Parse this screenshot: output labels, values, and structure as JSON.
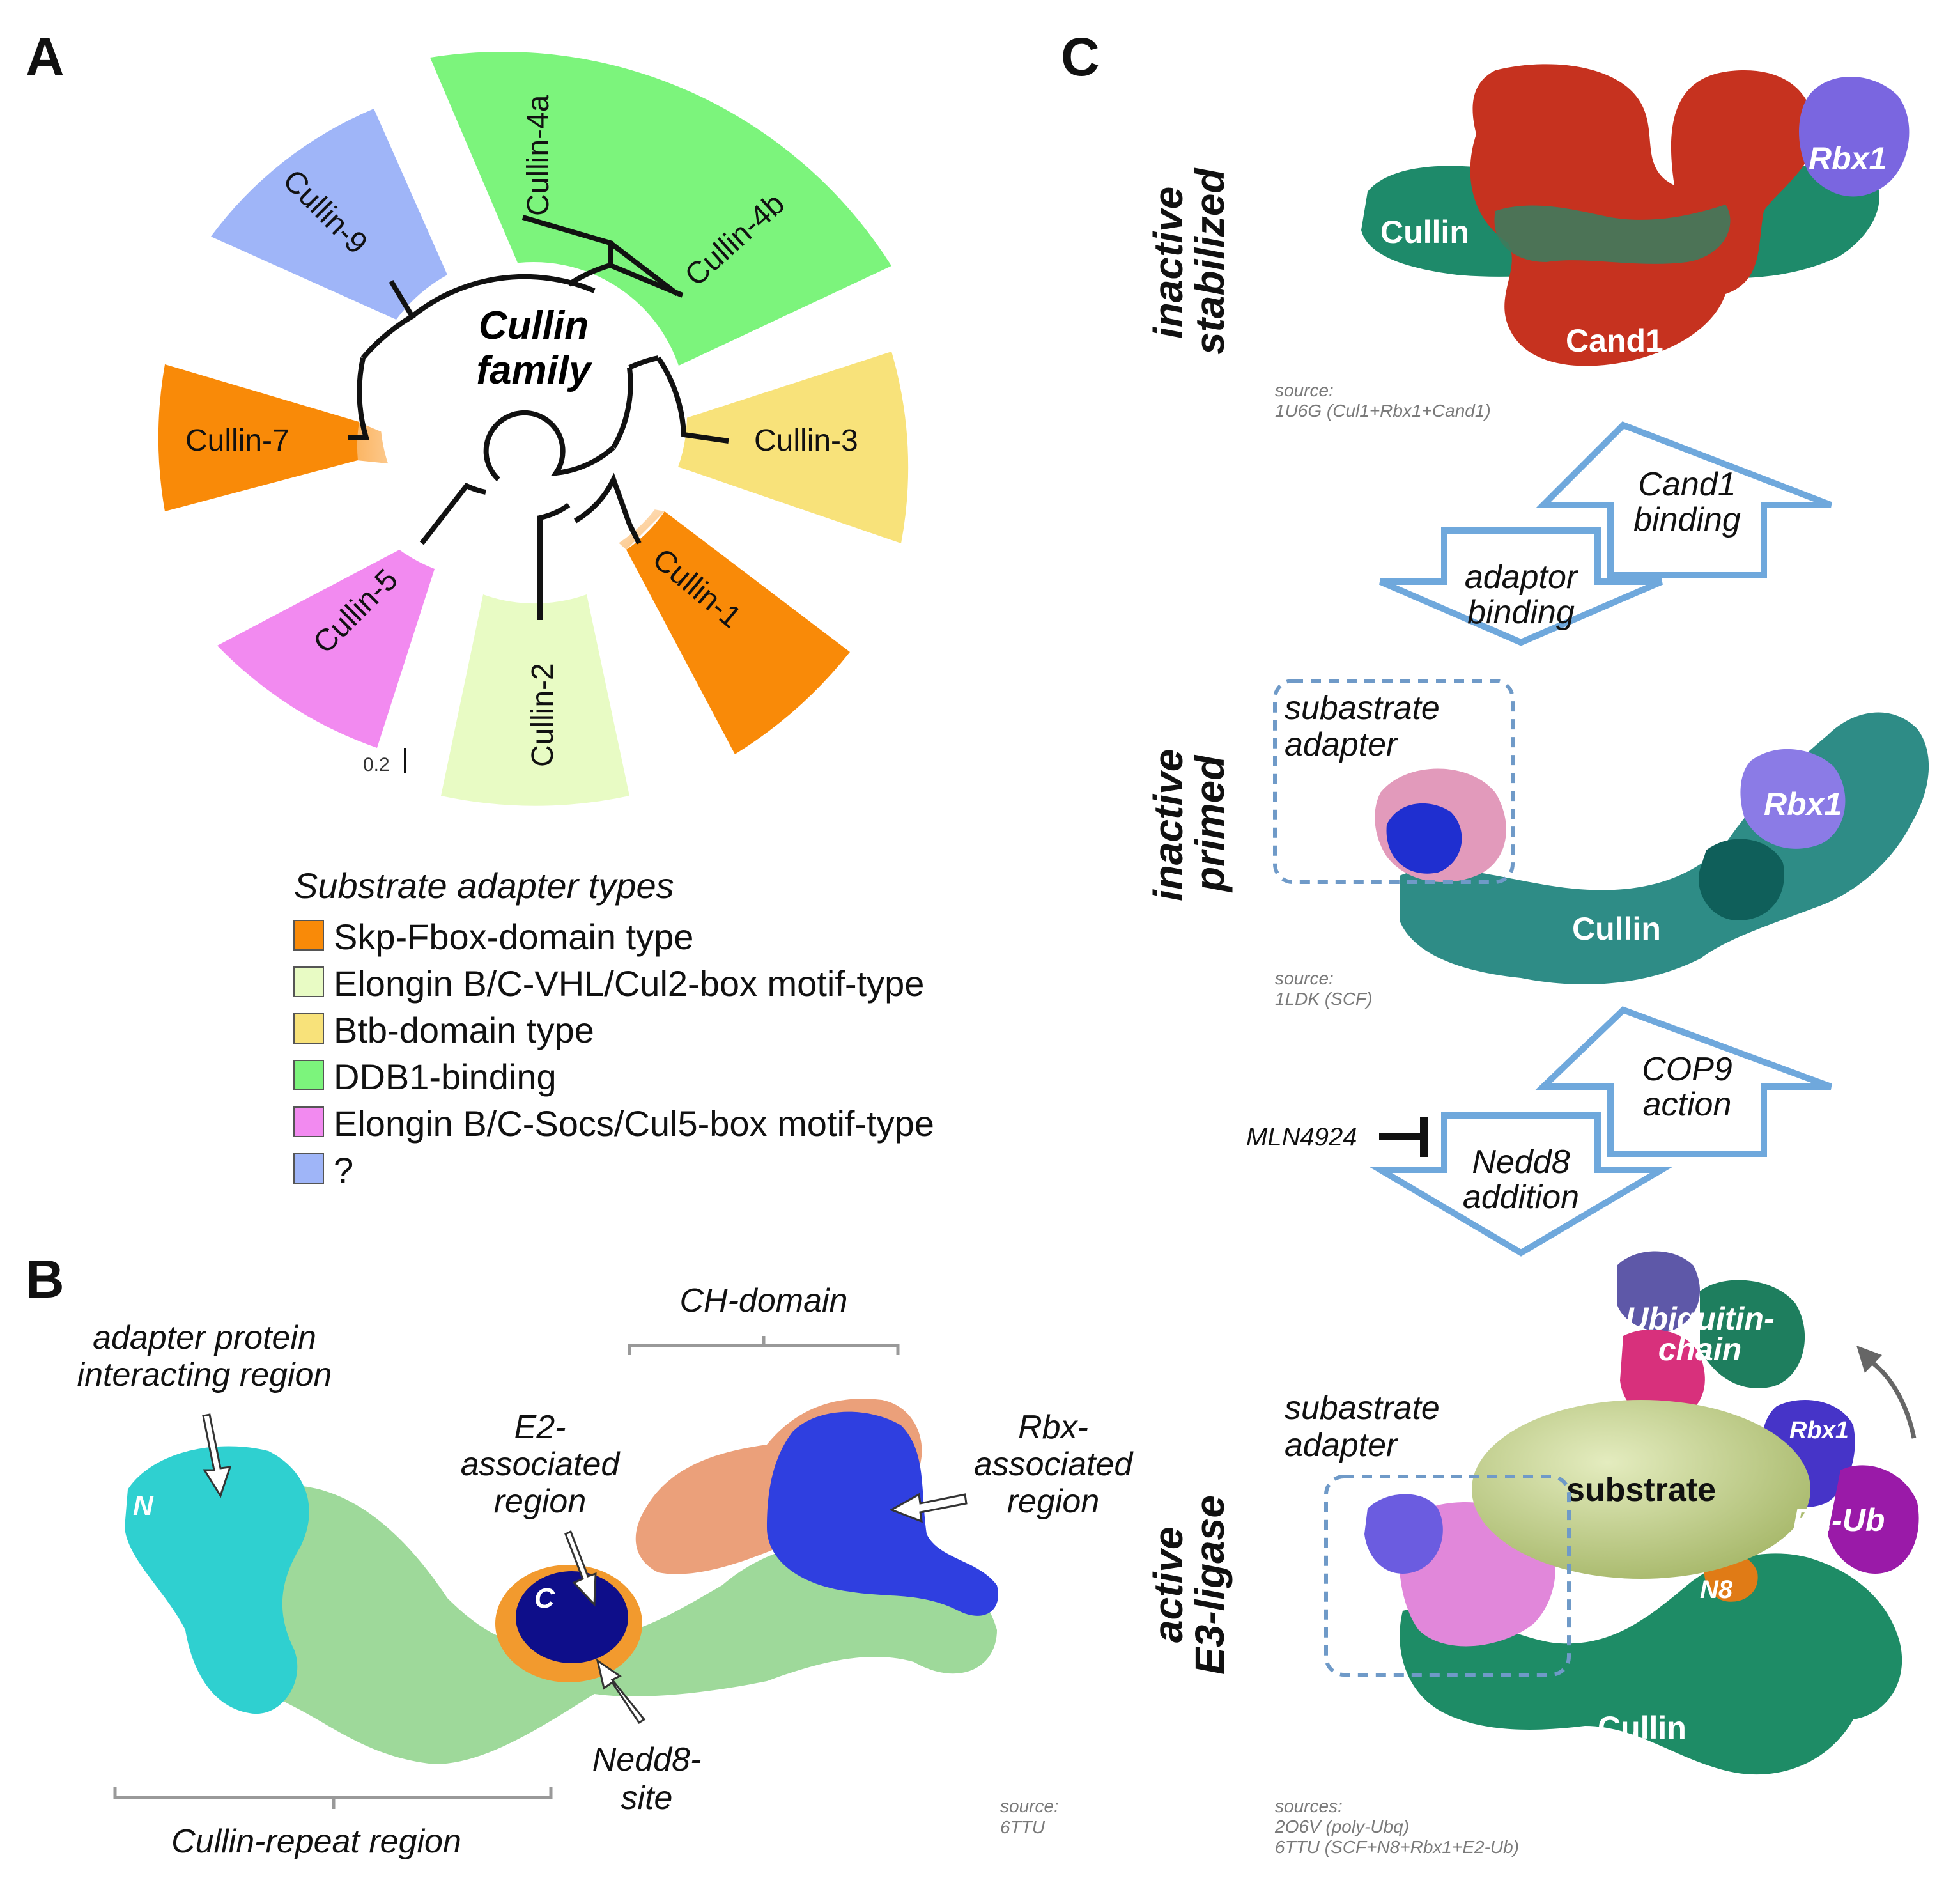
{
  "panels": {
    "a": "A",
    "b": "B",
    "c": "C"
  },
  "tree": {
    "center_line1": "Cullin",
    "center_line2": "family",
    "scale_label": "0.2",
    "cullins": [
      {
        "label": "Cullin-4a",
        "color": "#7CF47C"
      },
      {
        "label": "Cullin-4b",
        "color": "#7CF47C"
      },
      {
        "label": "Cullin-3",
        "color": "#F8E27A"
      },
      {
        "label": "Cullin-1",
        "color": "#F98A08"
      },
      {
        "label": "Cullin-2",
        "color": "#E8FBC4"
      },
      {
        "label": "Cullin-5",
        "color": "#F28AF0"
      },
      {
        "label": "Cullin-7",
        "color": "#F98A08"
      },
      {
        "label": "Cullin-9",
        "color": "#9FB5F8"
      }
    ]
  },
  "legend": {
    "title": "Substrate adapter types",
    "items": [
      {
        "label": "Skp-Fbox-domain type",
        "color": "#F98A08"
      },
      {
        "label": "Elongin B/C-VHL/Cul2-box motif-type",
        "color": "#E8FBC4"
      },
      {
        "label": "Btb-domain type",
        "color": "#F8E27A"
      },
      {
        "label": "DDB1-binding",
        "color": "#7CF47C"
      },
      {
        "label": "Elongin B/C-Socs/Cul5-box motif-type",
        "color": "#F28AF0"
      },
      {
        "label": "?",
        "color": "#9FB5F8"
      }
    ]
  },
  "panelB": {
    "adapter_region_l1": "adapter protein",
    "adapter_region_l2": "interacting region",
    "ch_domain": "CH-domain",
    "e2_l1": "E2-",
    "e2_l2": "associated",
    "e2_l3": "region",
    "rbx_l1": "Rbx-",
    "rbx_l2": "associated",
    "rbx_l3": "region",
    "n_term": "N",
    "c_term": "C",
    "nedd8_l1": "Nedd8-",
    "nedd8_l2": "site",
    "repeat_region": "Cullin-repeat region",
    "source_l1": "source:",
    "source_l2": "6TTU"
  },
  "panelC": {
    "state1_l1": "inactive",
    "state1_l2": "stabilized",
    "state2_l1": "inactive",
    "state2_l2": "primed",
    "state3_l1": "active",
    "state3_l2": "E3-ligase",
    "top": {
      "rbx1": "Rbx1",
      "cullin": "Cullin",
      "cand1": "Cand1",
      "source_l1": "source:",
      "source_l2": "1U6G (Cul1+Rbx1+Cand1)"
    },
    "arrows1": {
      "up_l1": "Cand1",
      "up_l2": "binding",
      "down_l1": "adaptor",
      "down_l2": "binding"
    },
    "middle": {
      "adapter_l1": "subastrate",
      "adapter_l2": "adapter",
      "rbx1": "Rbx1",
      "cullin": "Cullin",
      "source_l1": "source:",
      "source_l2": "1LDK (SCF)"
    },
    "arrows2": {
      "up_l1": "COP9",
      "up_l2": "action",
      "down_l1": "Nedd8",
      "down_l2": "addition",
      "inhibitor": "MLN4924"
    },
    "bottom": {
      "ub_l1": "Ubiquitin-",
      "ub_l2": "chain",
      "adapter_l1": "subastrate",
      "adapter_l2": "adapter",
      "rbx1": "Rbx1",
      "substrate": "substrate",
      "e2ub": "E2-Ub",
      "n8": "N8",
      "cullin": "Cullin",
      "source_l1": "sources:",
      "source_l2": "2O6V (poly-Ubq)",
      "source_l3": "6TTU (SCF+N8+Rbx1+E2-Ub)"
    }
  }
}
